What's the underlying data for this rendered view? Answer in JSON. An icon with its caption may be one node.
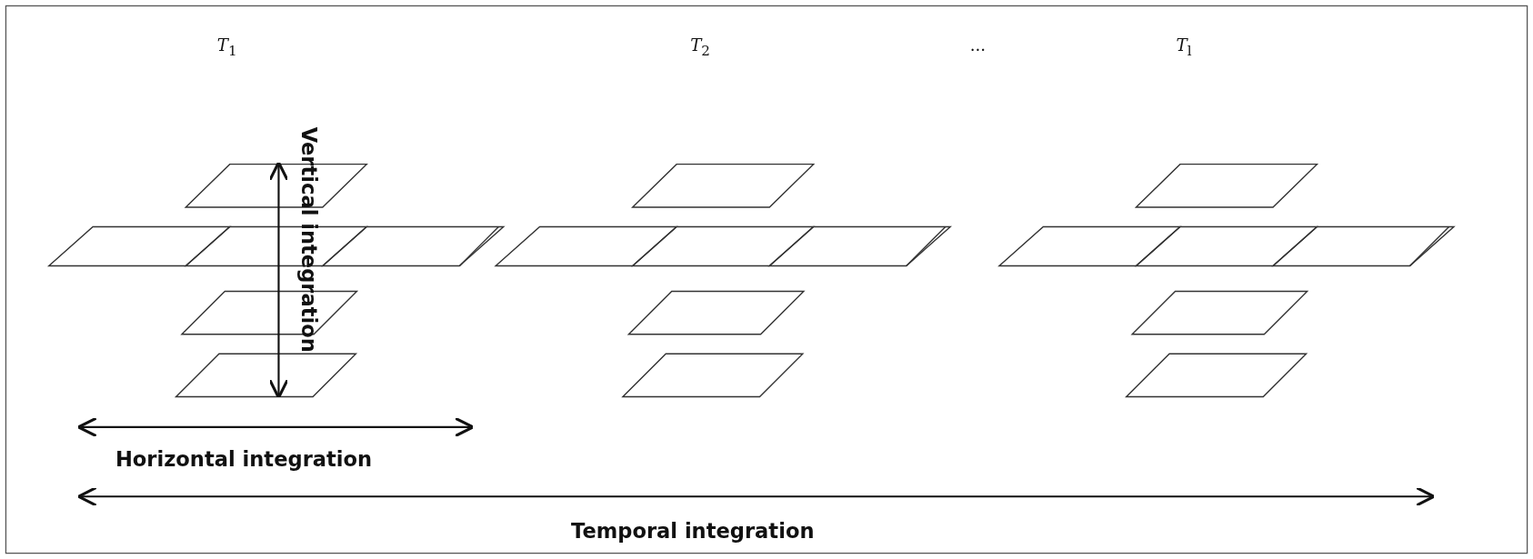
{
  "diagram": {
    "labels": [
      "*T*$_{1}$",
      "*T*$_{2}$",
      "...",
      "*T*$_{l}$",
      "Vertical integration",
      "Horizontal integration",
      "Temporal integration"
    ]
  }
}
